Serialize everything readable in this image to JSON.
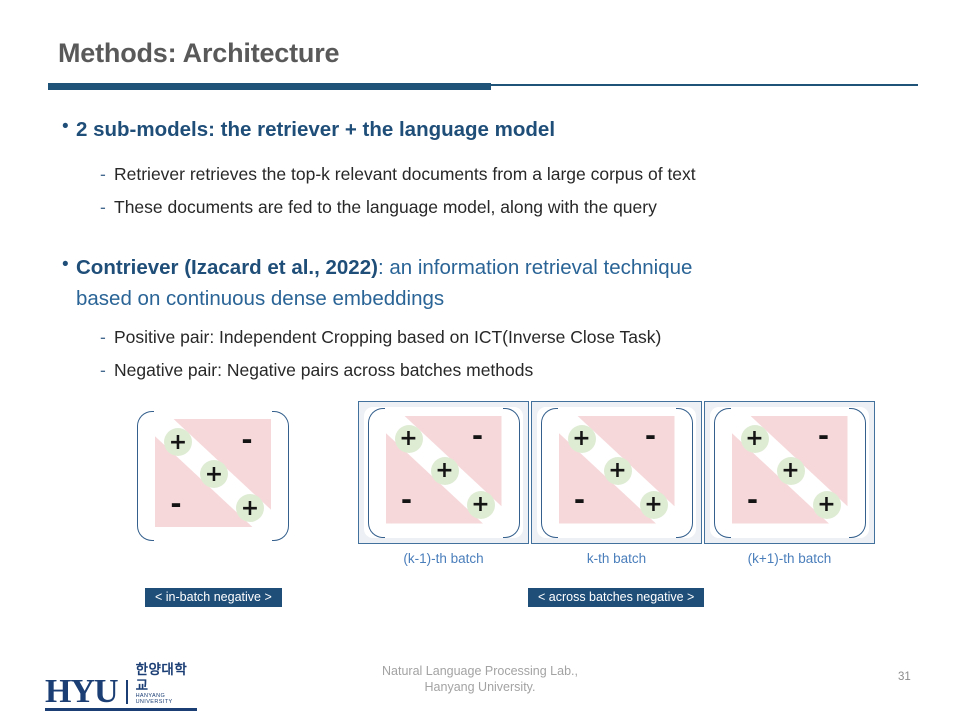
{
  "slide": {
    "title": "Methods: Architecture",
    "bullet1": {
      "heading": "2 sub-models: the retriever + the language model",
      "sub1": "Retriever retrieves the top-k relevant documents from a large corpus of text",
      "sub2": "These documents are fed to the language model, along with the query"
    },
    "bullet2": {
      "heading_bold": "Contriever (Izacard et al., 2022)",
      "heading_rest": ": an information retrieval technique",
      "heading_line2": "based on continuous dense embeddings",
      "sub1": "Positive pair: Independent Cropping based on ICT(Inverse Close Task)",
      "sub2": "Negative pair: Negative pairs across batches methods"
    }
  },
  "glyphs": {
    "bullet": "•",
    "dash": "-"
  },
  "figure": {
    "plus": "+",
    "minus": "-",
    "batch_labels": [
      "(k-1)-th batch",
      "k-th batch",
      "(k+1)-th batch"
    ],
    "badge_in_batch": "< in-batch negative >",
    "badge_across_batches": "< across batches negative >"
  },
  "footer": {
    "logo_acronym": "HYU",
    "logo_korean": "한양대학교",
    "logo_english": "HANYANG UNIVERSITY",
    "lab_line1": "Natural Language Processing Lab.,",
    "lab_line2": "Hanyang University.",
    "page_number": "31"
  },
  "colors": {
    "accent_navy": "#1f4e79",
    "rule_navy": "#1f5377",
    "title_gray": "#595959",
    "batch_label_blue": "#4a7ebb",
    "box_border_blue": "#41719c",
    "matrix_pink": "#f6d8da",
    "matrix_green": "#dfecd4",
    "logo_navy": "#1b3e75"
  }
}
